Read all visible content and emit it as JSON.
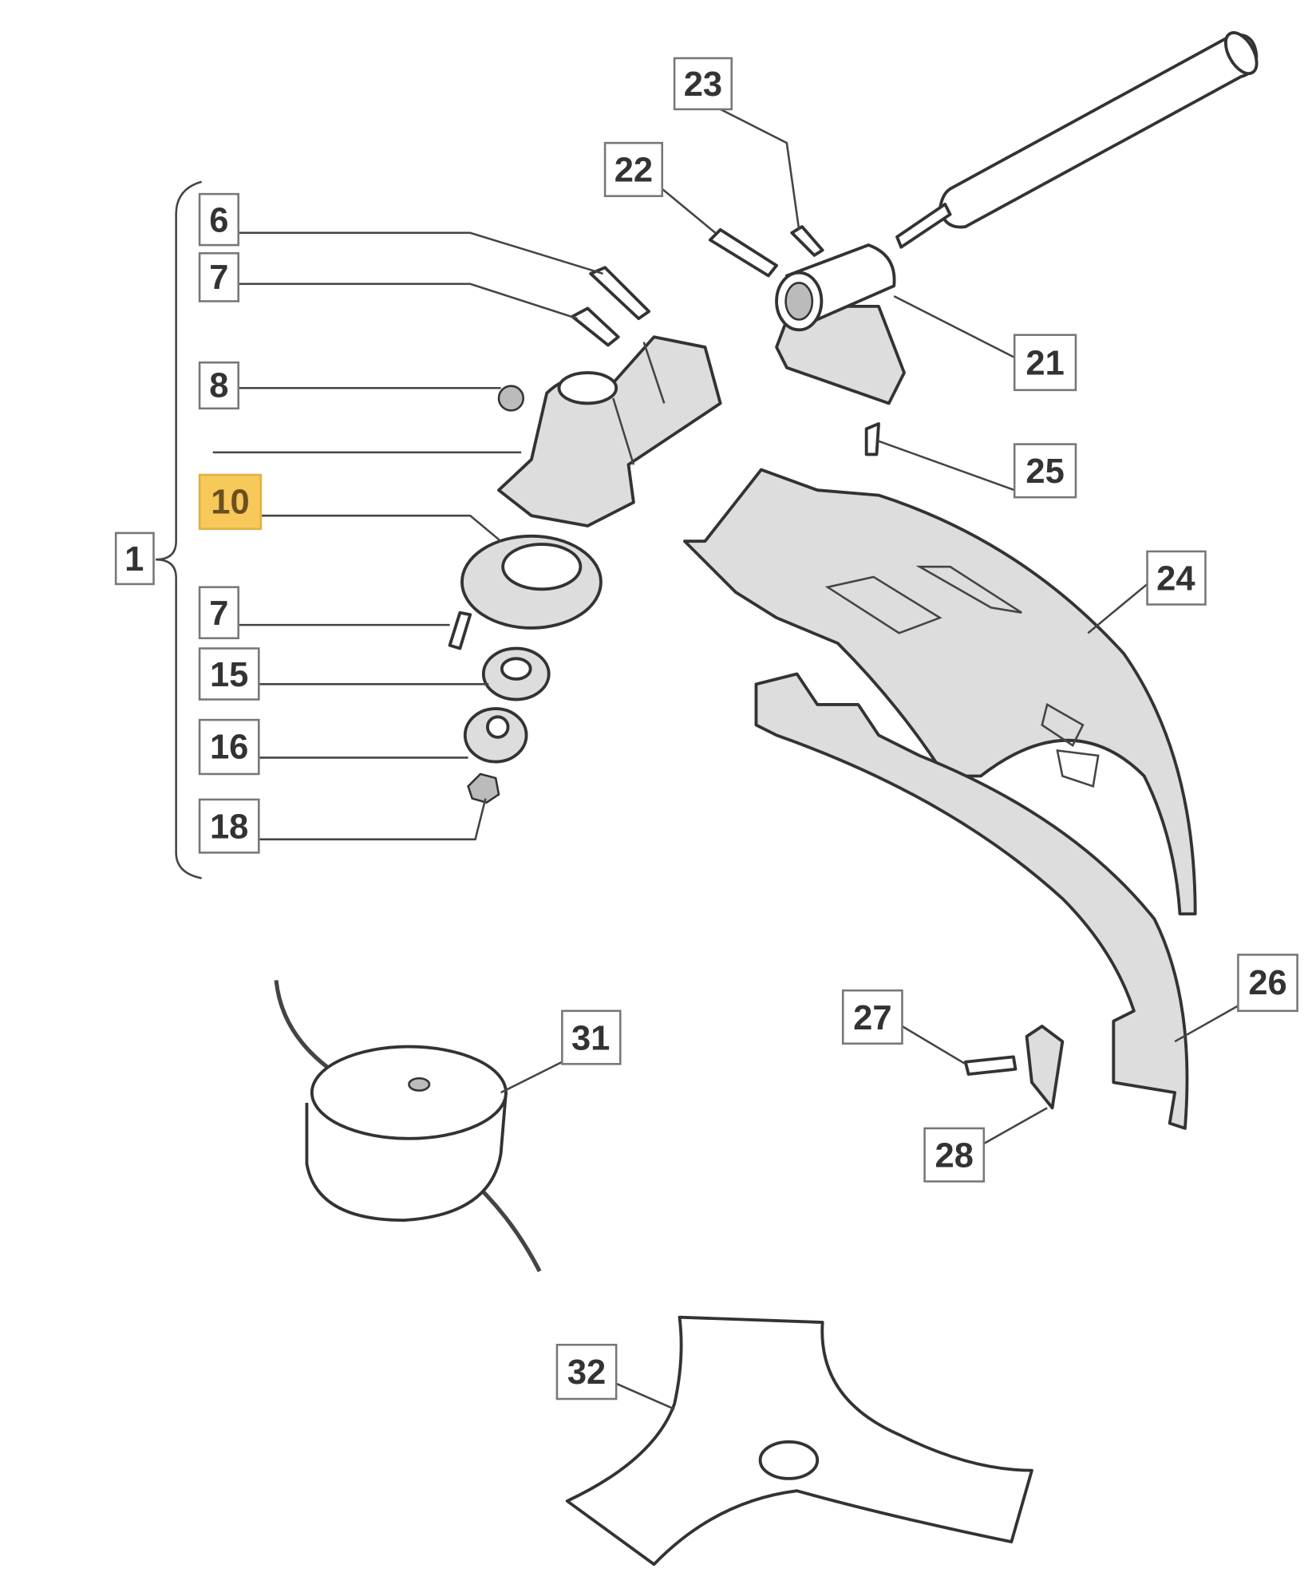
{
  "diagram": {
    "highlight_color": "#f7c85a",
    "group_label": "1",
    "labels": {
      "p1": "1",
      "p6": "6",
      "p7a": "7",
      "p8": "8",
      "p10": "10",
      "p7b": "7",
      "p15": "15",
      "p16": "16",
      "p18": "18",
      "p21": "21",
      "p22": "22",
      "p23": "23",
      "p24": "24",
      "p25": "25",
      "p26": "26",
      "p27": "27",
      "p28": "28",
      "p31": "31",
      "p32": "32"
    },
    "highlighted": "10"
  }
}
